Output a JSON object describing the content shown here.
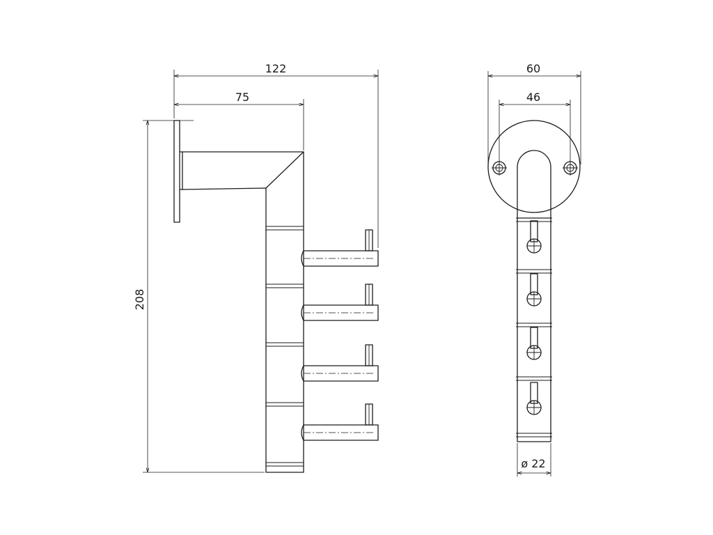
{
  "drawing": {
    "unit_note": "",
    "side_view": {
      "dimensions": {
        "overall_depth": "122",
        "arm_depth": "75",
        "overall_height": "208"
      },
      "hook_count": 4
    },
    "front_view": {
      "dimensions": {
        "plate_width": "60",
        "hole_spacing": "46",
        "tube_diameter": "ø 22"
      },
      "hook_count": 4
    }
  }
}
